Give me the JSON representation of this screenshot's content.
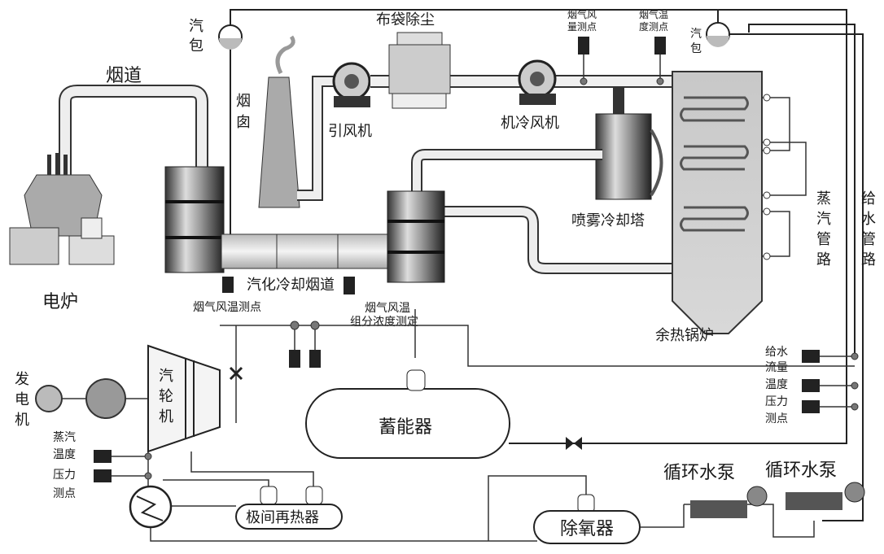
{
  "labels": {
    "left_drum": [
      "汽",
      "包"
    ],
    "right_drum": [
      "汽",
      "包"
    ],
    "flue": "烟道",
    "chimney": [
      "烟",
      "囱"
    ],
    "induced_fan": "引风机",
    "bag_filter": "布袋除尘",
    "flue_gas_flow_point": [
      "烟气风",
      "量测点"
    ],
    "flue_gas_temp_point": [
      "烟气温",
      "度测点"
    ],
    "cooling_fan": "机冷风机",
    "spray_tower": "喷雾冷却塔",
    "steam_pipe": [
      "蒸",
      "汽",
      "管",
      "路"
    ],
    "feedwater_pipe": [
      "给",
      "水",
      "管",
      "路"
    ],
    "electric_furnace": "电炉",
    "vaporization_flue": "汽化冷却烟道",
    "flue_gas_temp_point2": "烟气风温测点",
    "flue_gas_composition": [
      "烟气风温",
      "组分浓度测定"
    ],
    "waste_heat_boiler": "余热锅炉",
    "feedwater_points": [
      "给水",
      "流量",
      "温度",
      "压力",
      "测点"
    ],
    "generator": [
      "发",
      "电",
      "机"
    ],
    "turbine": [
      "汽",
      "轮",
      "机"
    ],
    "accumulator": "蓄能器",
    "steam_points": [
      "蒸汽",
      "温度",
      "压力",
      "测点"
    ],
    "reheater": "极间再热器",
    "deaerator": "除氧器",
    "pump1": "循环水泵",
    "pump2": "循环水泵"
  },
  "colors": {
    "line": "#222222",
    "metal": "#888888",
    "background": "#ffffff"
  }
}
